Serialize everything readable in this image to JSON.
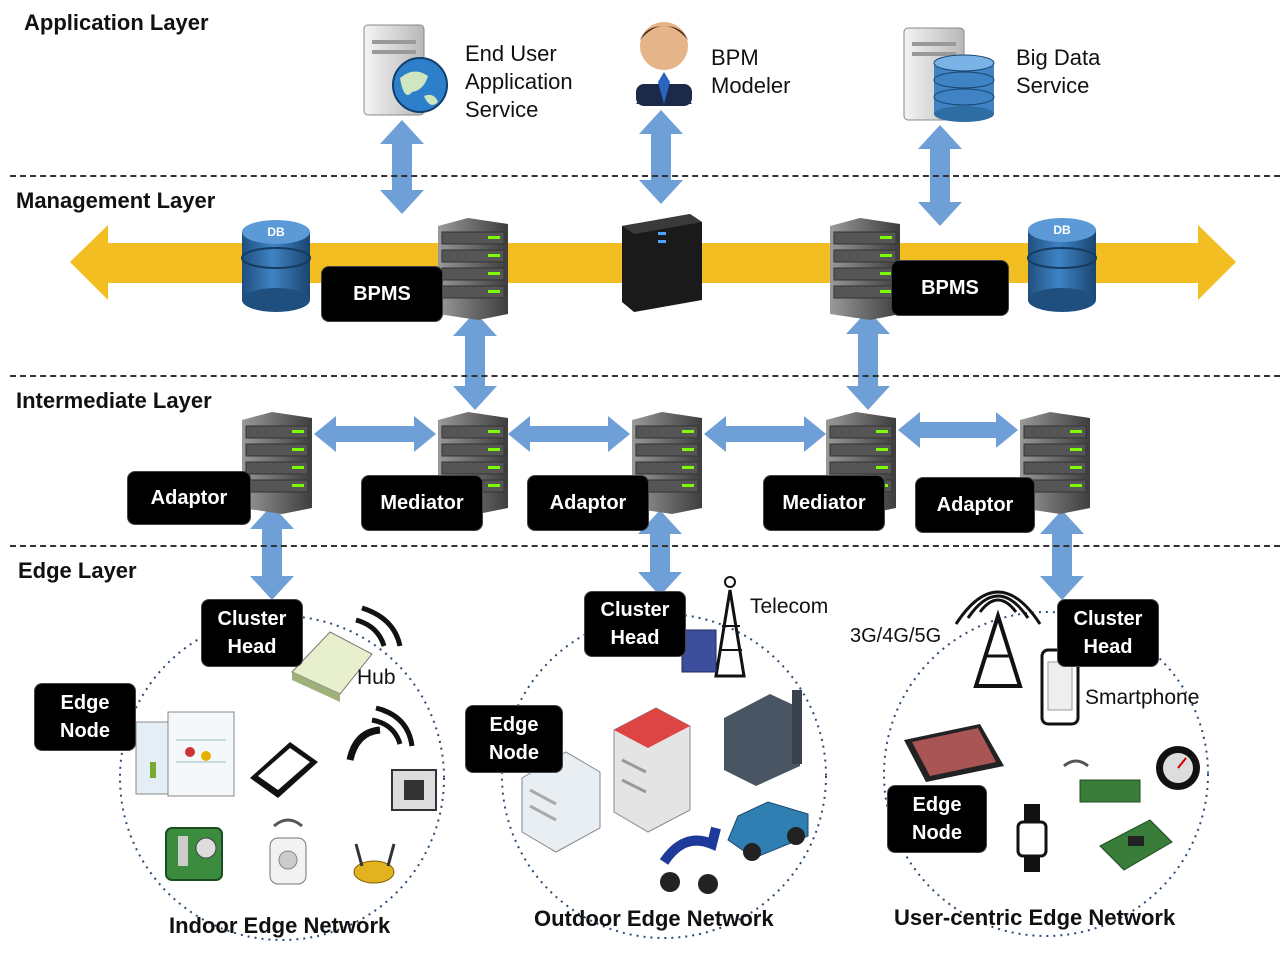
{
  "layers": {
    "application": "Application Layer",
    "management": "Management Layer",
    "intermediate": "Intermediate Layer",
    "edge": "Edge Layer"
  },
  "application_nodes": {
    "end_user": [
      "End User",
      "Application",
      "Service"
    ],
    "bpm_modeler": [
      "BPM",
      "Modeler"
    ],
    "big_data": [
      "Big Data",
      "Service"
    ]
  },
  "management": {
    "bpms_left": "BPMS",
    "bpms_right": "BPMS",
    "db_left": "DB",
    "db_right": "DB"
  },
  "intermediate": {
    "adaptor_1": "Adaptor",
    "mediator_1": "Mediator",
    "adaptor_2": "Adaptor",
    "mediator_2": "Mediator",
    "adaptor_3": "Adaptor"
  },
  "edge": {
    "cluster_head": [
      "Cluster",
      "Head"
    ],
    "edge_node": [
      "Edge",
      "Node"
    ],
    "hub": "Hub",
    "telecom": "Telecom",
    "cellular": "3G/4G/5G",
    "smartphone": "Smartphone",
    "indoor": "Indoor Edge Network",
    "outdoor": "Outdoor Edge Network",
    "user_centric": "User-centric Edge Network"
  },
  "colors": {
    "bus": "#F2BE22",
    "arrow": "#6E9FD6",
    "db": "#2E6DA4",
    "tag": "#000000"
  }
}
